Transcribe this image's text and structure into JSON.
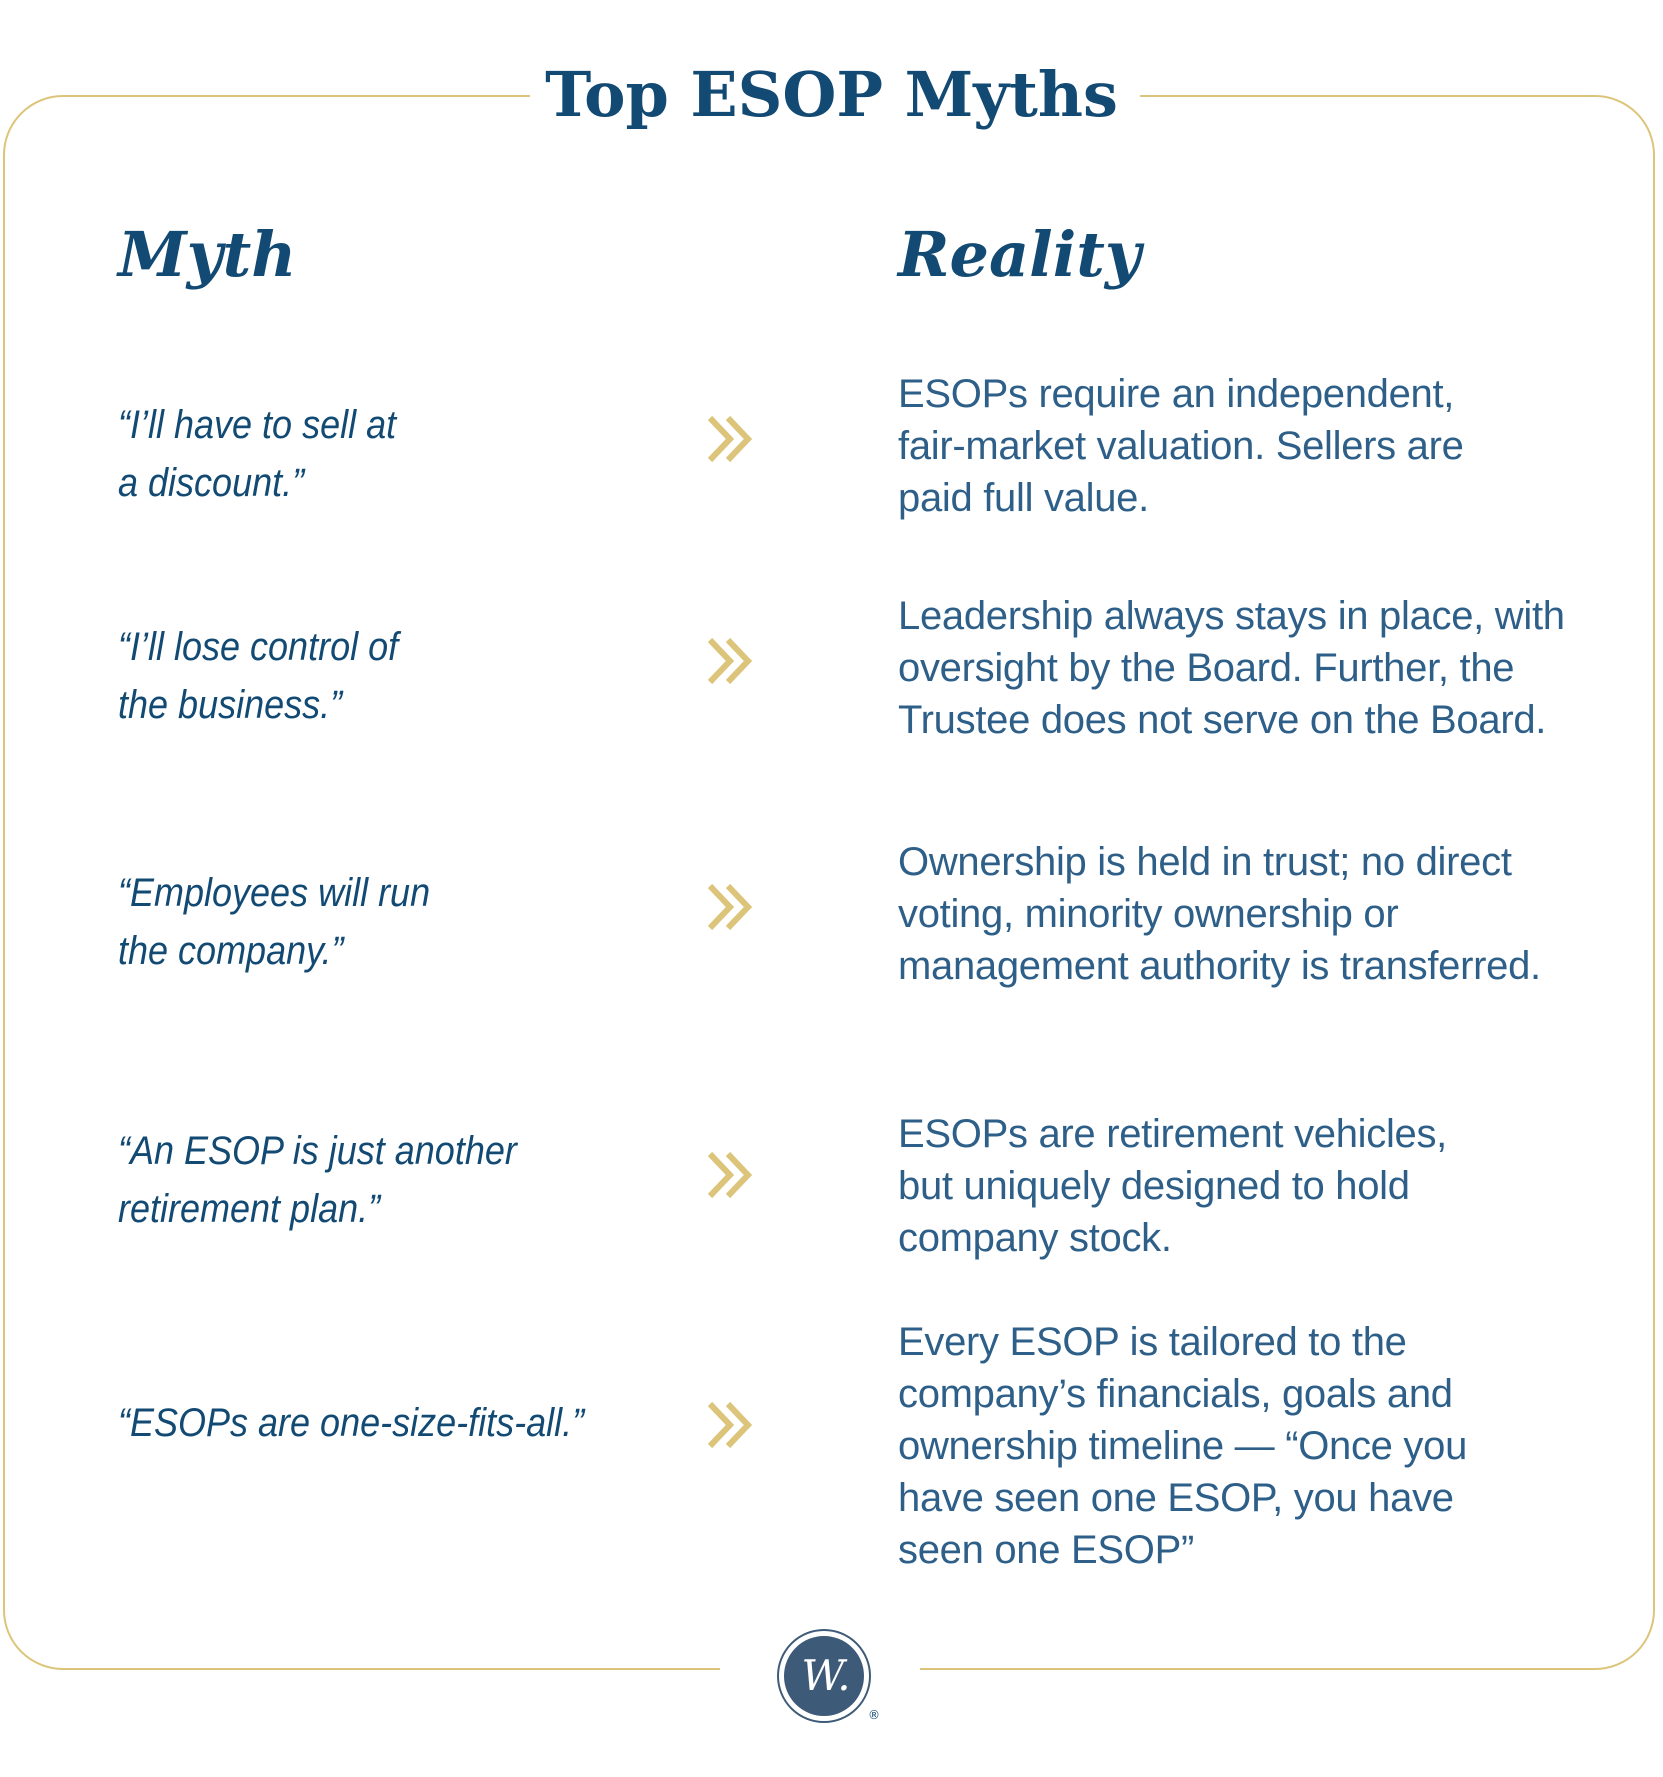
{
  "title": "Top ESOP Myths",
  "headers": {
    "myth": "Myth",
    "reality": "Reality"
  },
  "rows": [
    {
      "myth": "“I’ll have to sell at\na discount.”",
      "reality": "ESOPs require an independent,\nfair-market valuation. Sellers are\npaid full value."
    },
    {
      "myth": "“I’ll lose control of\nthe business.”",
      "reality": "Leadership always stays in place, with\noversight by the Board. Further, the\nTrustee does not serve on the Board."
    },
    {
      "myth": "“Employees will run\nthe company.”",
      "reality": "Ownership is held in trust; no direct\nvoting, minority ownership or\nmanagement authority is transferred."
    },
    {
      "myth": "“An ESOP is just another\nretirement plan.”",
      "reality": "ESOPs are retirement vehicles,\nbut uniquely designed to hold\ncompany stock."
    },
    {
      "myth": "“ESOPs are one-size-fits-all.”",
      "reality": "Every ESOP is tailored to the\ncompany’s financials, goals and\nownership timeline — “Once you\nhave seen one ESOP, you have\nseen one ESOP”"
    }
  ],
  "icons": {
    "arrow": "double-chevron-right-icon",
    "logo": "company-logo"
  },
  "logo": {
    "monogram": "W.",
    "registered": "®"
  },
  "colors": {
    "navy": "#124a73",
    "body_text": "#2e5f88",
    "gold": "#dcc57a",
    "logo_fill": "#3d5a78"
  }
}
